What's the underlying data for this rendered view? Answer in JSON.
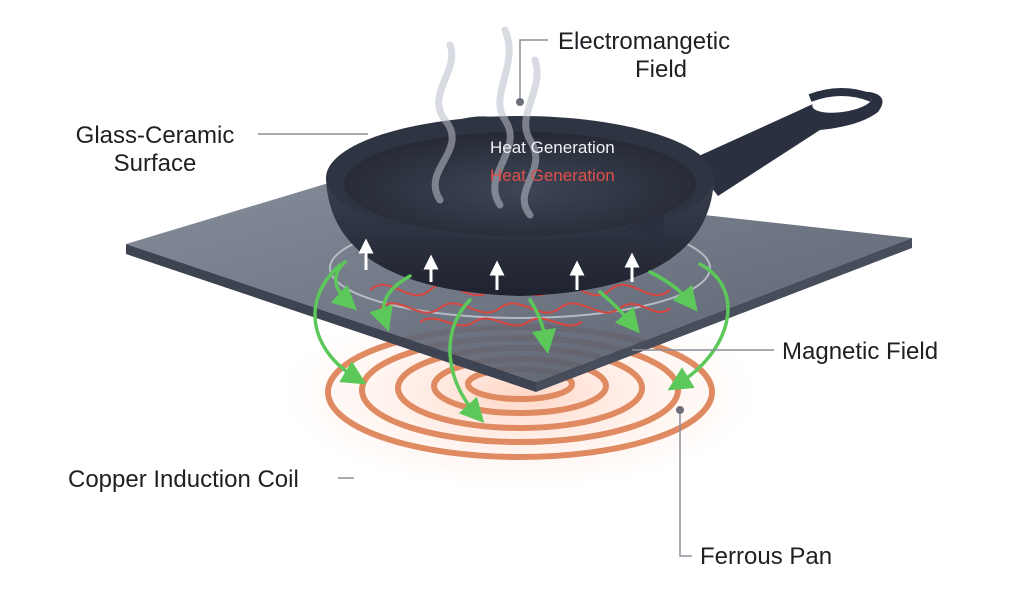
{
  "labels": {
    "electromagnetic_field_line1": "Electromangetic",
    "electromagnetic_field_line2": "Field",
    "glass_ceramic_line1": "Glass-Ceramic",
    "glass_ceramic_line2": "Surface",
    "magnetic_field": "Magnetic Field",
    "copper_coil": "Copper Induction Coil",
    "ferrous_pan": "Ferrous Pan",
    "heat_generation_white": "Heat Generation",
    "heat_generation_red": "Heat Generation"
  },
  "colors": {
    "pan": "#2f3442",
    "glass": "#5a6272",
    "copper": "#e08a62",
    "field_arrow": "#5cc85a",
    "eddy": "#d9453f",
    "leader": "#8a8f99"
  }
}
